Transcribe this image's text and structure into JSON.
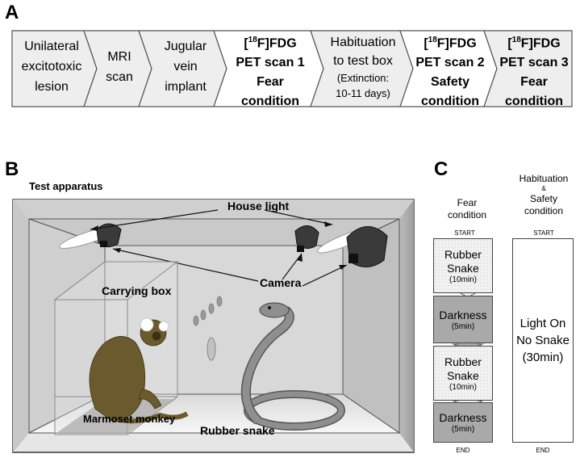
{
  "panels": {
    "a": "A",
    "b": "B",
    "c": "C"
  },
  "colors": {
    "stage_fill": "#eeeeee",
    "dotted_fill": "#f2f2f2",
    "dark_fill": "#a9a9a9",
    "room_wall": "#bdbdbd",
    "monkey": "#6b5a2e"
  },
  "panelA": {
    "stages": [
      {
        "lines": [
          "Unilateral",
          "excitotoxic",
          "lesion"
        ],
        "bold": false
      },
      {
        "lines": [
          "MRI",
          "scan"
        ],
        "bold": false
      },
      {
        "lines": [
          "Jugular",
          "vein",
          "implant"
        ],
        "bold": false
      },
      {
        "lines": [
          "PET scan 1",
          "Fear",
          "condition"
        ],
        "bold": true,
        "sup": "18",
        "prefix": "[",
        "suffix": "F]FDG"
      },
      {
        "lines": [
          "Habituation",
          "to test box",
          "(Extinction:",
          "10-11 days)"
        ],
        "bold": false
      },
      {
        "lines": [
          "PET scan 2",
          "Safety",
          "condition"
        ],
        "bold": true,
        "sup": "18",
        "prefix": "[",
        "suffix": "F]FDG"
      },
      {
        "lines": [
          "PET scan 3",
          "Fear",
          "condition"
        ],
        "bold": true,
        "sup": "18",
        "prefix": "[",
        "suffix": "F]FDG"
      }
    ]
  },
  "panelB": {
    "title": "Test apparatus",
    "house_light": "House light",
    "camera": "Camera",
    "carrying_box": "Carrying box",
    "marmoset": "Marmoset monkey",
    "rubber_snake": "Rubber snake"
  },
  "panelC": {
    "fear_header": [
      "Fear",
      "condition"
    ],
    "hab_header": [
      "Habituation",
      "&",
      "Safety",
      "condition"
    ],
    "start": "START",
    "end": "END",
    "fear_steps": [
      {
        "lines": [
          "Rubber",
          "Snake"
        ],
        "dur": "(10min)",
        "style": "dotted"
      },
      {
        "lines": [
          "Darkness"
        ],
        "dur": "(5min)",
        "style": "dark"
      },
      {
        "lines": [
          "Rubber",
          "Snake"
        ],
        "dur": "(10min)",
        "style": "dotted"
      },
      {
        "lines": [
          "Darkness"
        ],
        "dur": "(5min)",
        "style": "dark"
      }
    ],
    "hab_box": [
      "Light On",
      "No Snake",
      "(30min)"
    ]
  }
}
